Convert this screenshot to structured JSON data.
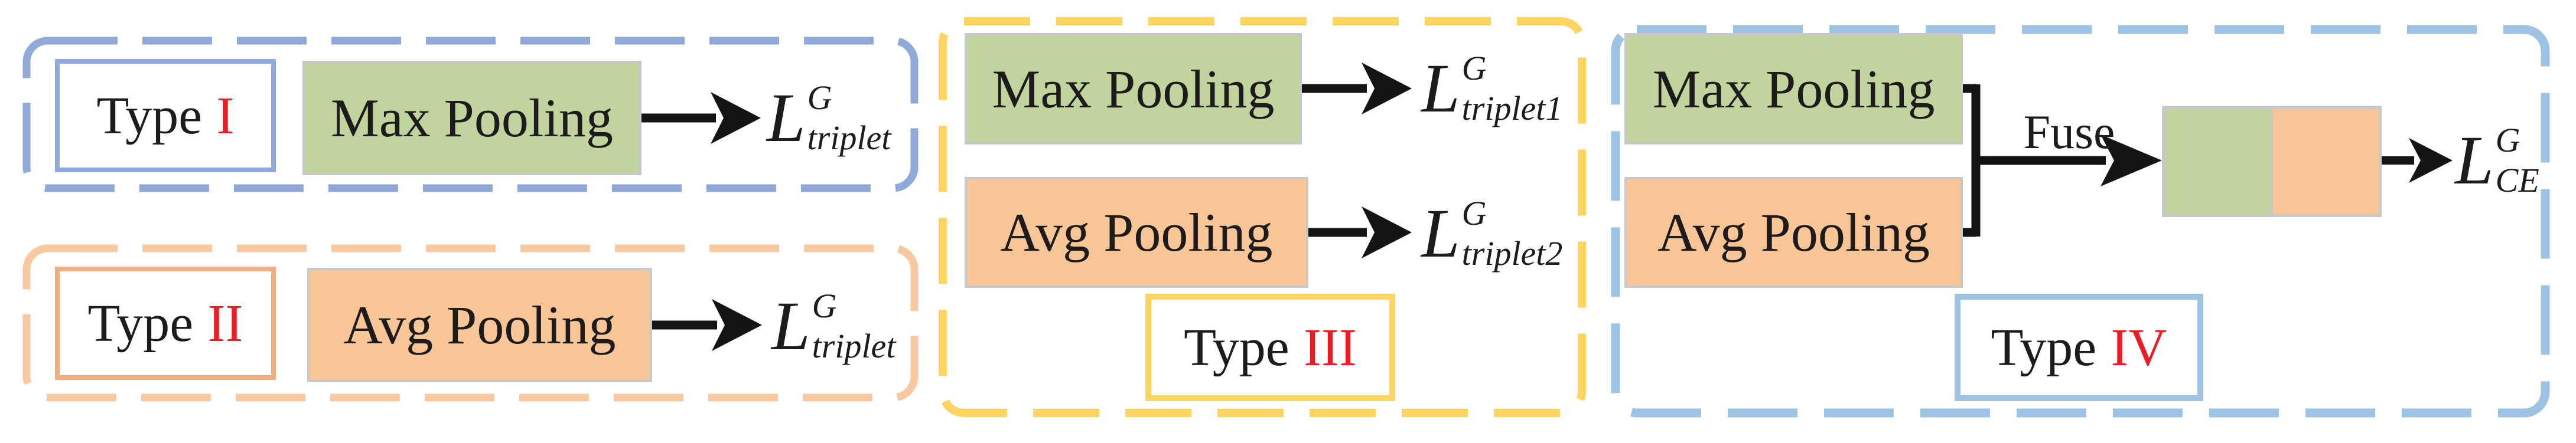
{
  "figure": {
    "type1": {
      "label_prefix": "Type",
      "label_numeral": "I",
      "block": "Max Pooling",
      "loss": {
        "base": "L",
        "sup": "G",
        "sub": "triplet"
      }
    },
    "type2": {
      "label_prefix": "Type",
      "label_numeral": "II",
      "block": "Avg Pooling",
      "loss": {
        "base": "L",
        "sup": "G",
        "sub": "triplet"
      }
    },
    "type3": {
      "label_prefix": "Type",
      "label_numeral": "III",
      "block_max": "Max Pooling",
      "block_avg": "Avg Pooling",
      "loss1": {
        "base": "L",
        "sup": "G",
        "sub": "triplet1"
      },
      "loss2": {
        "base": "L",
        "sup": "G",
        "sub": "triplet2"
      }
    },
    "type4": {
      "label_prefix": "Type",
      "label_numeral": "IV",
      "block_max": "Max Pooling",
      "block_avg": "Avg Pooling",
      "fuse_label": "Fuse",
      "loss": {
        "base": "L",
        "sup": "G",
        "sub": "CE"
      }
    }
  },
  "colors": {
    "type1-blue": "#8fa9d9",
    "type2-orange": "#f8c9a0",
    "type2-orange-border": "#f0ae7f",
    "type3-yellow": "#fcd45f",
    "type4-blue": "#9cc3e4",
    "green-fill": "#c2d49d",
    "orange-fill": "#f7c596",
    "box-border-gray": "#c8c9ca",
    "numeral-red": "#ec1c24",
    "text-black": "#1e1b1c",
    "arrow-black": "#141414"
  }
}
